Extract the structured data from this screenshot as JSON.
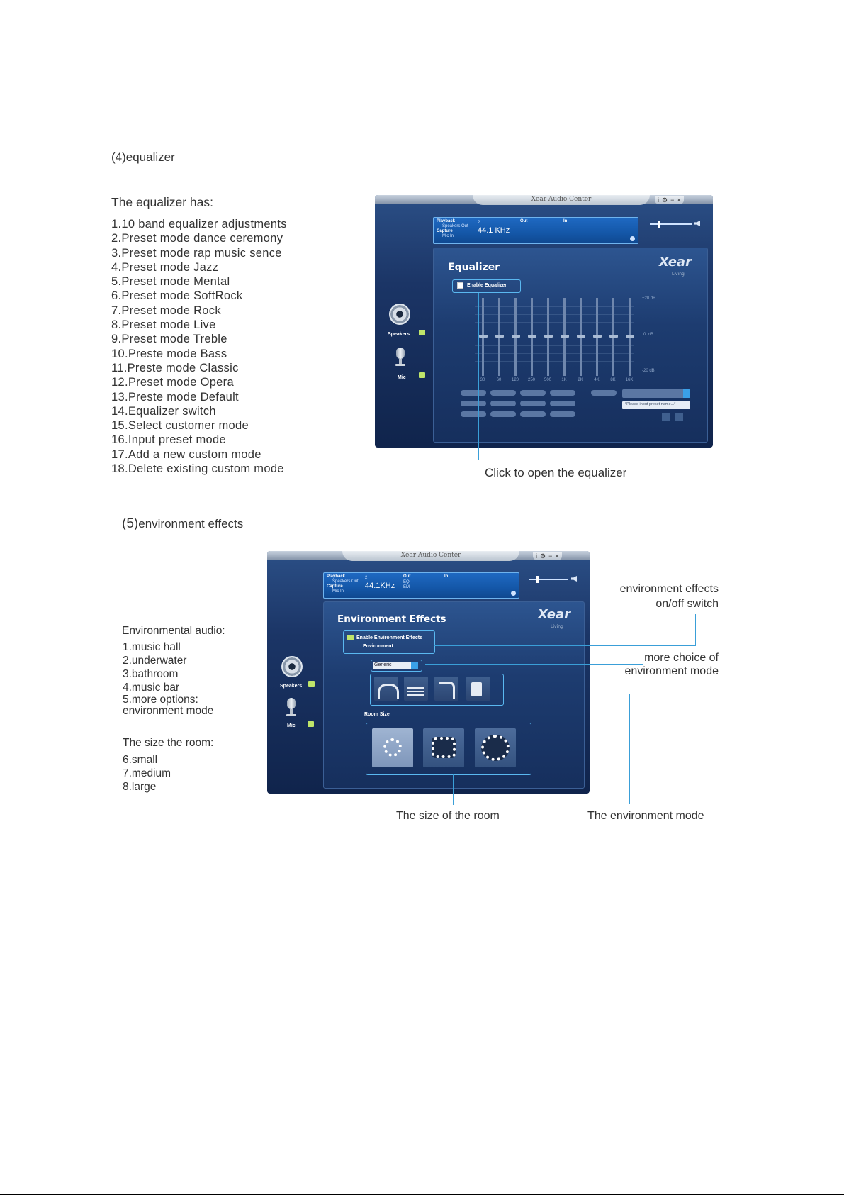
{
  "section4": {
    "heading": "(4)equalizer",
    "intro": "The equalizer has:",
    "items": [
      "1.10 band equalizer adjustments",
      "2.Preset mode dance ceremony",
      "3.Preset mode rap music sence",
      "4.Preset mode Jazz",
      "5.Preset mode Mental",
      "6.Preset mode SoftRock",
      "7.Preset mode Rock",
      "8.Preset mode Live",
      "9.Preset mode Treble",
      "10.Preste mode Bass",
      "11.Preste mode Classic",
      "12.Preset mode Opera",
      "13.Preste mode Default",
      "14.Equalizer switch",
      "15.Select customer mode",
      "16.Input preset mode",
      "17.Add a new custom mode",
      "18.Delete existing custom mode"
    ],
    "callout": "Click to open the equalizer"
  },
  "eq_window": {
    "title": "Xear Audio Center",
    "controls": [
      "i",
      "⚙",
      "−",
      "×"
    ],
    "info": {
      "playback": "Playback",
      "speakers_out": "Speakers Out",
      "capture": "Capture",
      "mic_in": "Mic In",
      "channels": "2",
      "rate": "44.1 KHz",
      "out": "Out",
      "in": "In"
    },
    "panel_title": "Equalizer",
    "logo": "Xear",
    "logo_sub": "Living",
    "enable_label": "Enable Equalizer",
    "db_labels": [
      "+20 dB",
      "0  dB",
      "-20 dB"
    ],
    "freqs": [
      "30",
      "60",
      "120",
      "250",
      "500",
      "1K",
      "2K",
      "4K",
      "8K",
      "16K"
    ],
    "preset_placeholder": "*Please input preset name...*",
    "side": {
      "speakers": "Speakers",
      "mic": "Mic"
    }
  },
  "section5": {
    "heading_num": "(5)",
    "heading_text": "environment effects",
    "intro": "Environmental audio:",
    "items": [
      "1.music hall",
      "2.underwater",
      "3.bathroom",
      "4.music bar",
      "5.more options:",
      "environment mode"
    ],
    "room_intro": "The size the room:",
    "room_items": [
      "6.small",
      "7.medium",
      "8.large"
    ],
    "annot_switch_1": "environment effects",
    "annot_switch_2": "on/off switch",
    "annot_more_1": "more choice of",
    "annot_more_2": "environment mode",
    "callout_room": "The size of the room",
    "callout_mode": "The environment mode"
  },
  "env_window": {
    "title": "Xear Audio Center",
    "controls": [
      "i",
      "⚙",
      "−",
      "×"
    ],
    "info": {
      "playback": "Playback",
      "speakers_out": "Speakers Out",
      "capture": "Capture",
      "mic_in": "Mic In",
      "channels": "2",
      "rate": "44.1KHz",
      "out": "Out",
      "eq": "EQ",
      "em": "EM",
      "in": "In"
    },
    "panel_title": "Environment Effects",
    "logo": "Xear",
    "logo_sub": "Living",
    "enable_label": "Enable Environment Effects",
    "environment_label": "Environment",
    "dropdown_value": "Generic",
    "room_size_label": "Room Size",
    "side": {
      "speakers": "Speakers",
      "mic": "Mic"
    }
  },
  "colors": {
    "callout": "#3a9fd8",
    "window_bg": "#1b3566",
    "info_bar": "#1457a8"
  }
}
